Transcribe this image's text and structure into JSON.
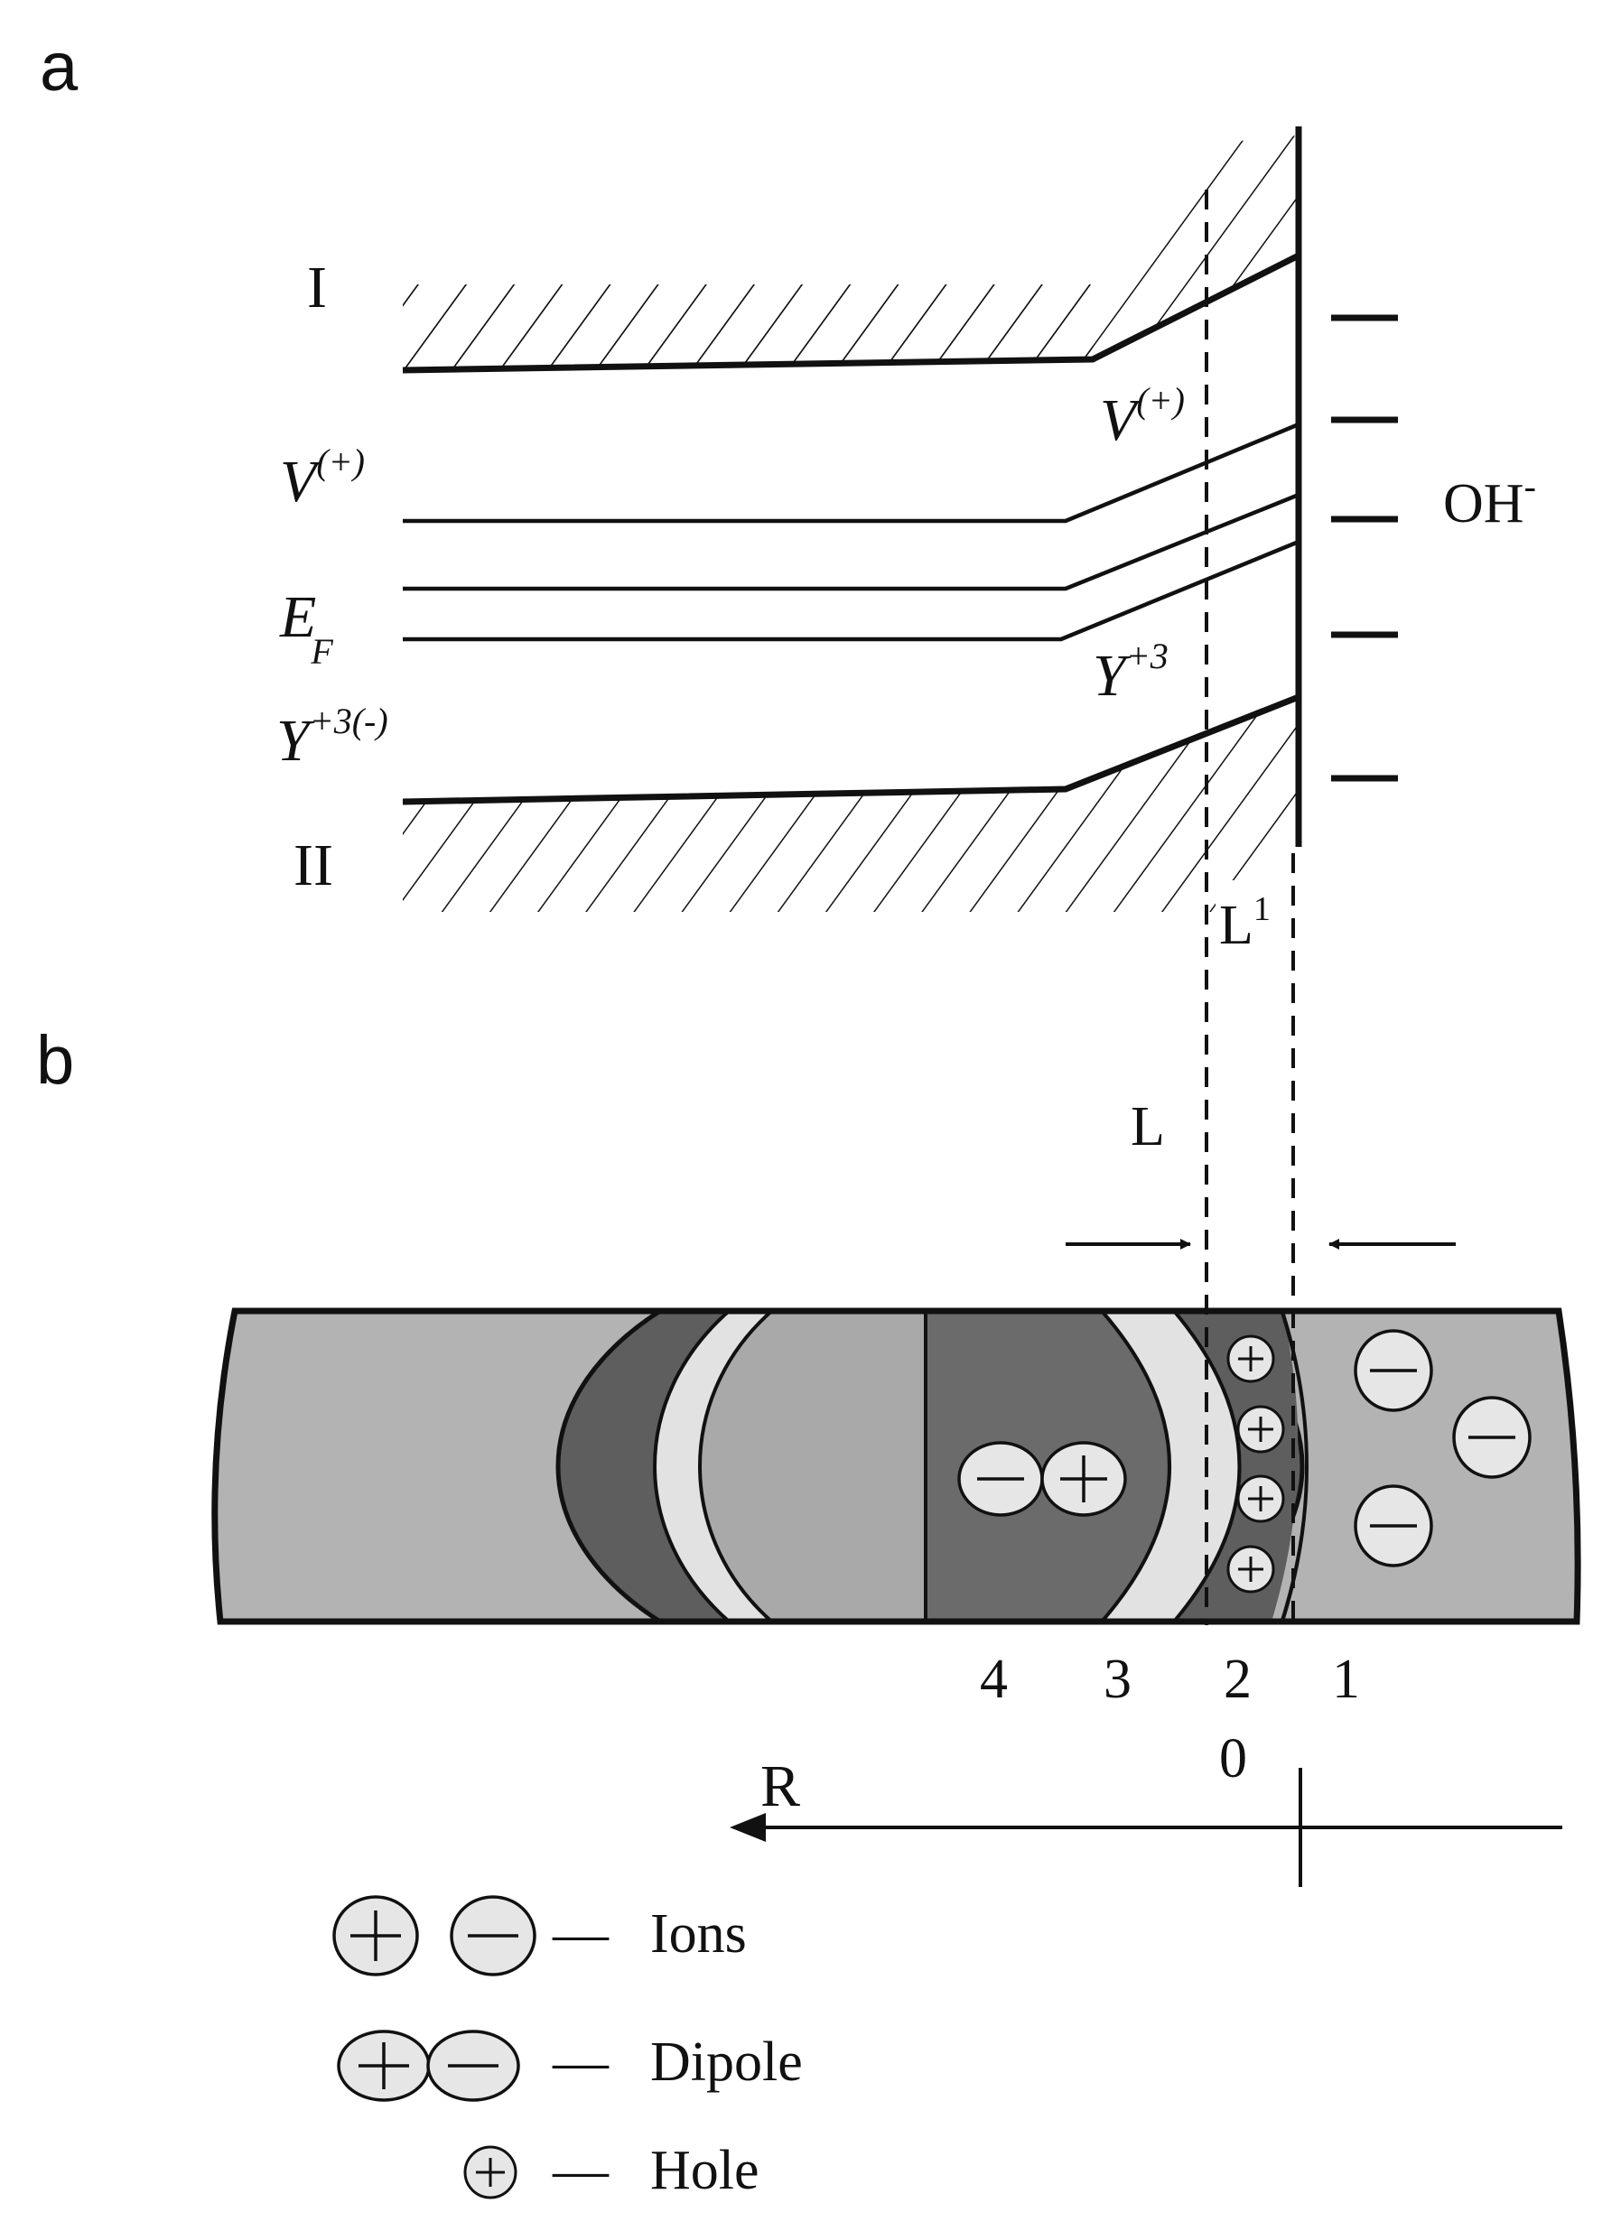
{
  "panel_a": {
    "label": "a",
    "band_upper": "I",
    "band_lower": "II",
    "level_v_left": "V",
    "level_v_left_sup": "(+)",
    "level_v_right": "V",
    "level_v_right_sup": "(+)",
    "level_ef": "E",
    "level_ef_sub": "F",
    "level_y_left": "Y",
    "level_y_left_sup": "+3(-)",
    "level_y_right": "Y",
    "level_y_right_sup": "+3",
    "surface_ion": "OH",
    "surface_ion_sup": "-",
    "length_l1": "L",
    "length_l1_sup": "1"
  },
  "panel_b": {
    "label": "b",
    "length_l": "L",
    "region_labels": [
      "4",
      "3",
      "2",
      "1"
    ],
    "origin_label": "0",
    "axis_label": "R"
  },
  "legend": {
    "ions": "Ions",
    "dipole": "Dipole",
    "hole": "Hole",
    "dash": "—"
  },
  "colors": {
    "outer_fill": "#b3b3b3",
    "dark_ring": "#5e5e5e",
    "light_ring": "#e2e2e2",
    "core_left": "#a9a9a9",
    "core_right": "#6b6b6b",
    "charge_fill": "#e6e6e6",
    "line": "#111111"
  }
}
